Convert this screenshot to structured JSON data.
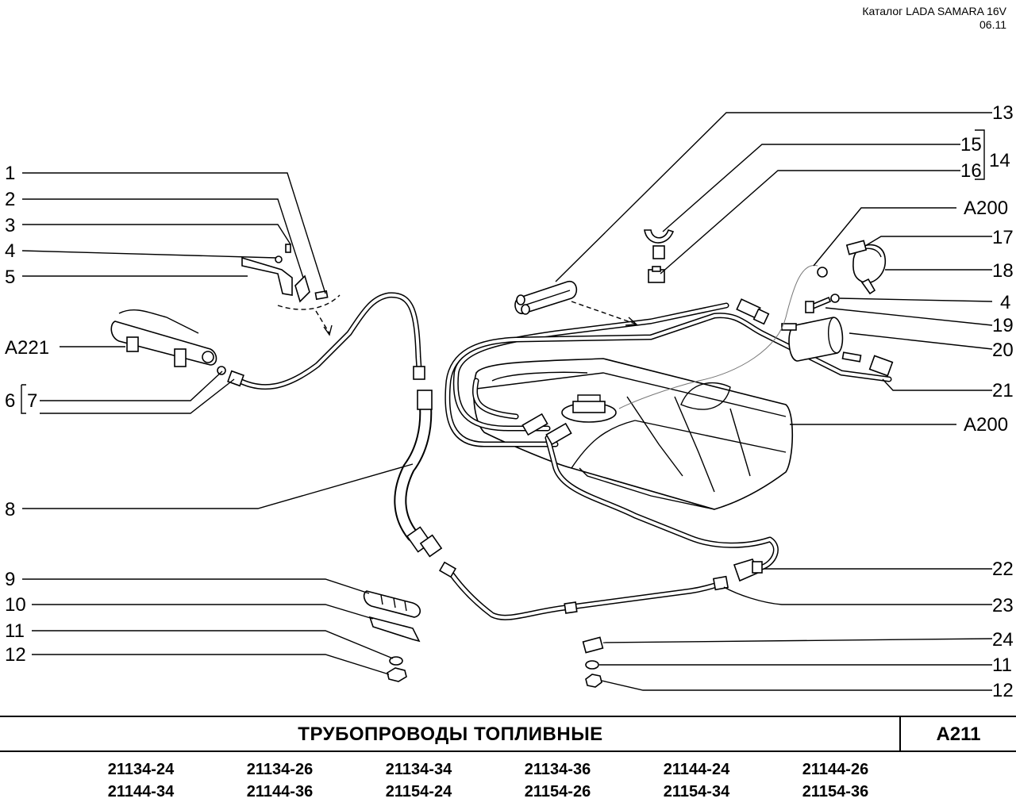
{
  "header": {
    "catalog": "Каталог LADA SAMARA 16V",
    "date": "06.11"
  },
  "callouts": {
    "l1": "1",
    "l2": "2",
    "l3": "3",
    "l4": "4",
    "l5": "5",
    "lA221": "A221",
    "l6": "6",
    "l7": "7",
    "l8": "8",
    "l9": "9",
    "l10": "10",
    "l11": "11",
    "l12": "12",
    "r13": "13",
    "r15": "15",
    "r14": "14",
    "r16": "16",
    "rA200a": "A200",
    "r17": "17",
    "r18": "18",
    "r4": "4",
    "r19": "19",
    "r20": "20",
    "r21": "21",
    "rA200b": "A200",
    "r22": "22",
    "r23": "23",
    "r24": "24",
    "r11": "11",
    "r12": "12"
  },
  "footer": {
    "title": "ТРУБОПРОВОДЫ   ТОПЛИВНЫЕ",
    "code": "A211",
    "models": [
      "21134-24",
      "21134-26",
      "21134-34",
      "21134-36",
      "21144-24",
      "21144-26",
      "21144-34",
      "21144-36",
      "21154-24",
      "21154-26",
      "21154-34",
      "21154-36"
    ]
  }
}
